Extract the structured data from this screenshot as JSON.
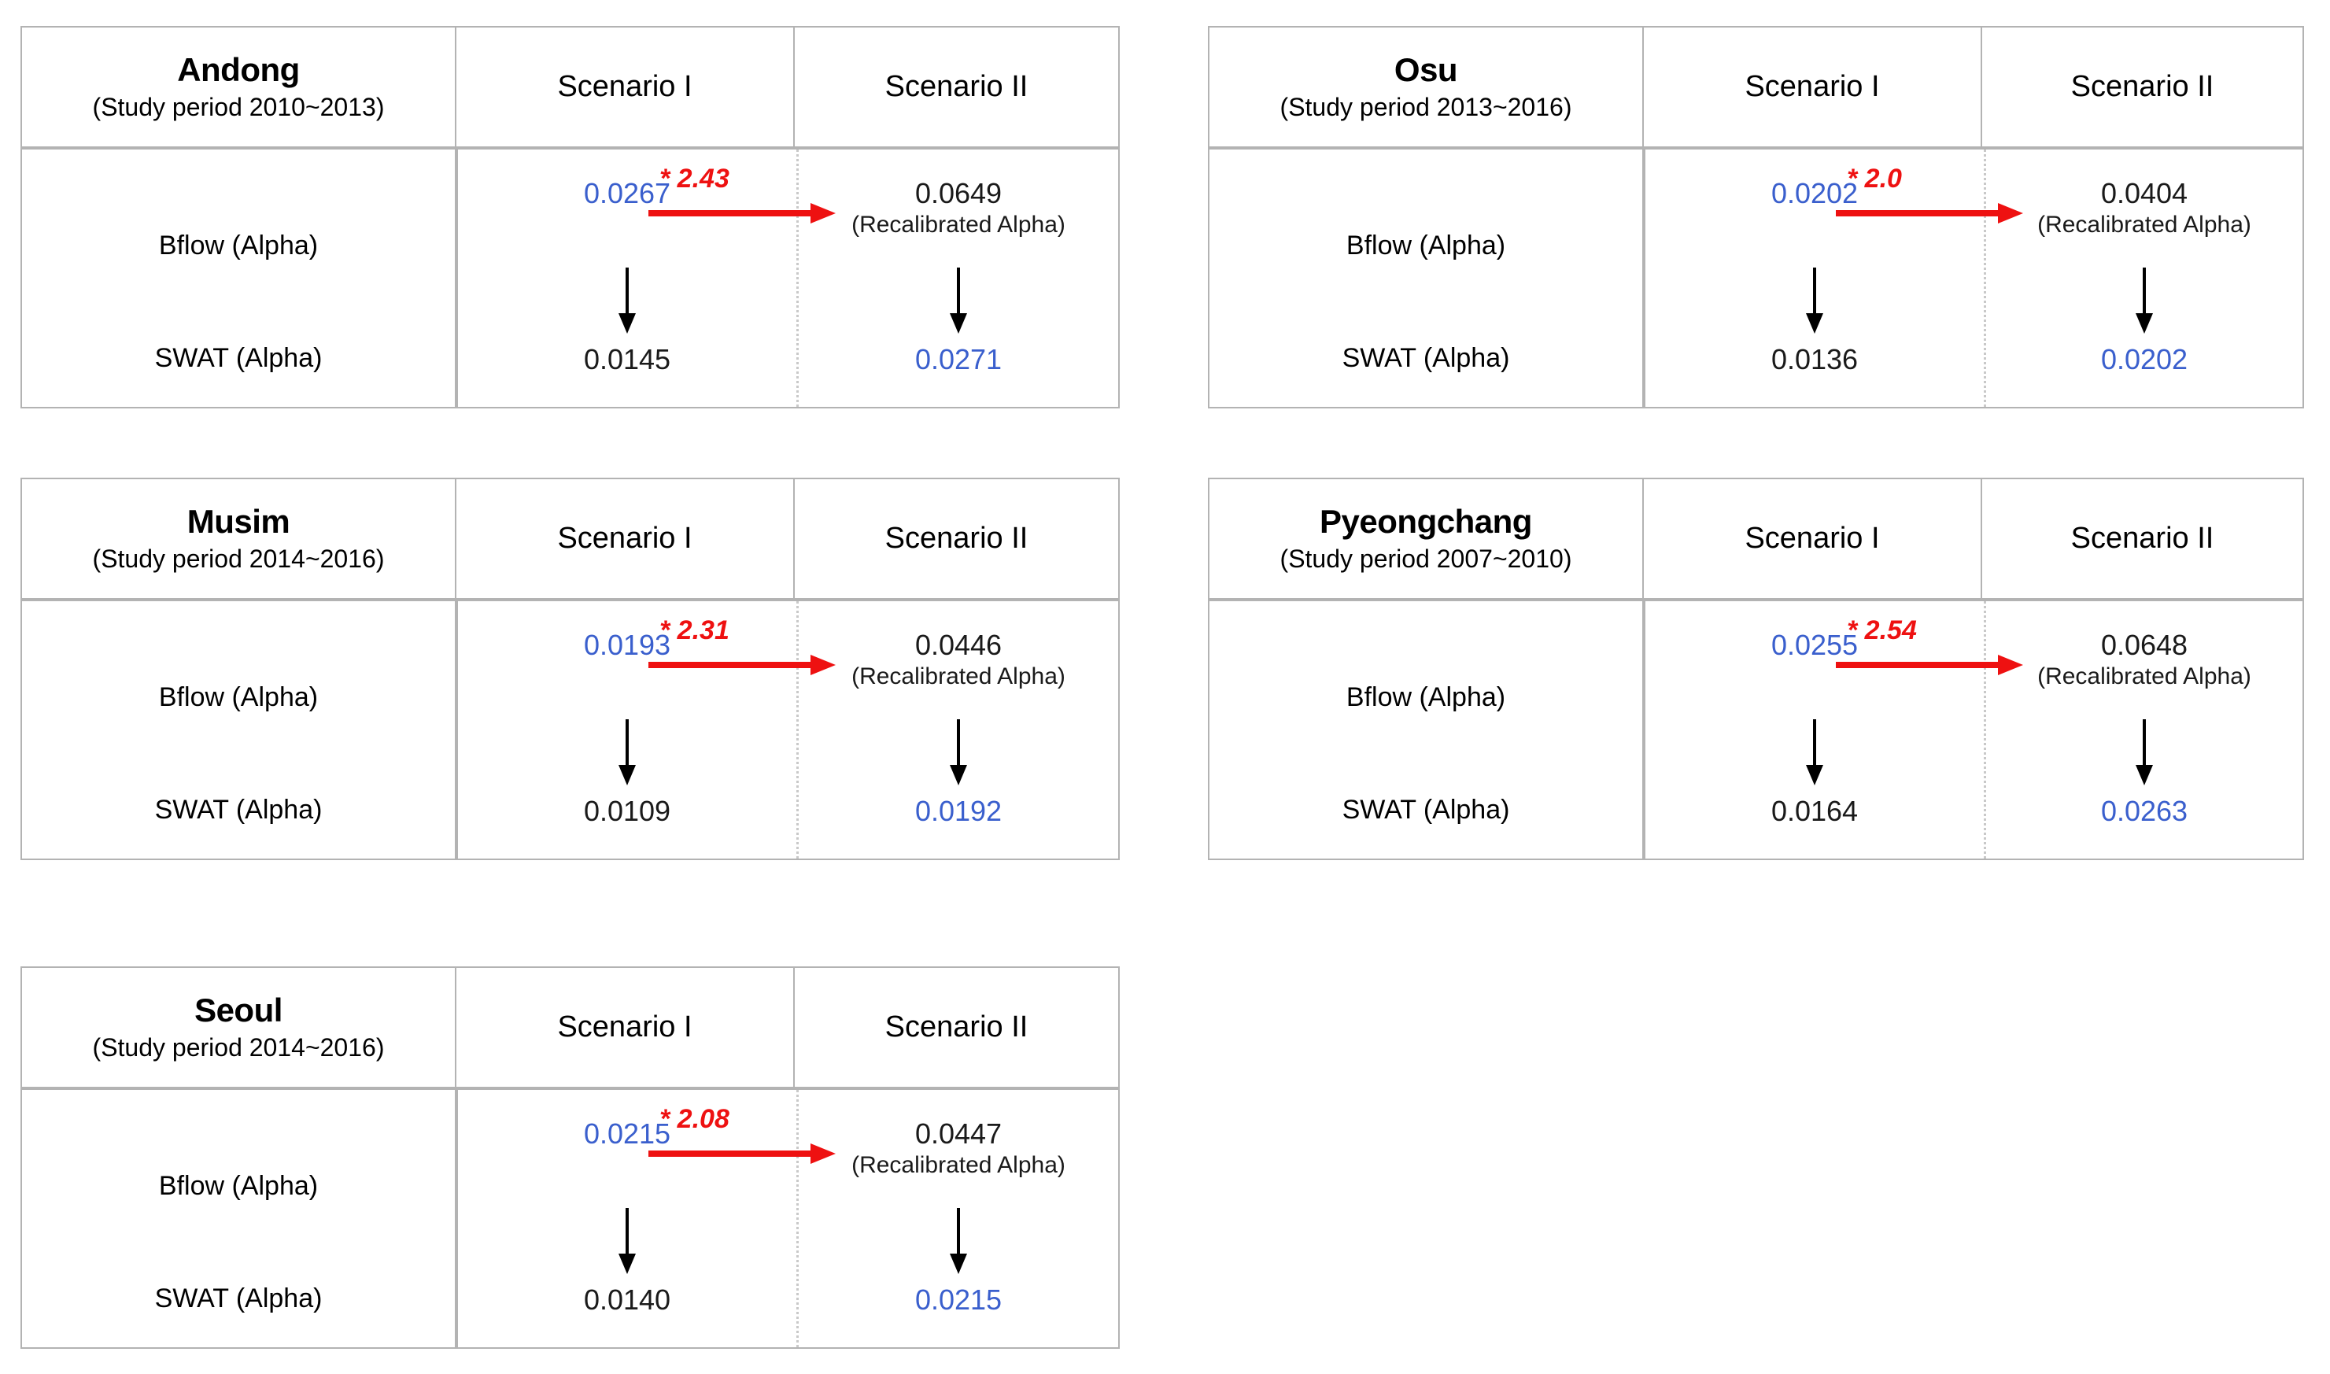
{
  "figure": {
    "kind": "alpha-recalibration-comparison-tables",
    "column_headers": [
      "Scenario I",
      "Scenario II"
    ],
    "row_labels": [
      "Bflow (Alpha)",
      "SWAT (Alpha)"
    ],
    "recalibrated_note": "(Recalibrated Alpha)",
    "colors": {
      "highlight_blue": "#3a5fcd",
      "annotation_red": "#ee1111",
      "border_gray": "#b3b3b3",
      "text_black": "#1a1a1a"
    },
    "icons": {
      "down_arrow": "down-arrow-icon",
      "right_arrow": "right-arrow-icon"
    }
  },
  "panels": [
    {
      "id": "andong",
      "site": "Andong",
      "period": "(Study period 2010~2013)",
      "scenario1": {
        "bflow": "0.0267",
        "swat": "0.0145"
      },
      "scenario2": {
        "bflow": "0.0649",
        "bflow_note": "(Recalibrated Alpha)",
        "swat": "0.0271"
      },
      "multiplier": "* 2.43"
    },
    {
      "id": "osu",
      "site": "Osu",
      "period": "(Study period 2013~2016)",
      "scenario1": {
        "bflow": "0.0202",
        "swat": "0.0136"
      },
      "scenario2": {
        "bflow": "0.0404",
        "bflow_note": "(Recalibrated Alpha)",
        "swat": "0.0202"
      },
      "multiplier": "* 2.0"
    },
    {
      "id": "musim",
      "site": "Musim",
      "period": "(Study period 2014~2016)",
      "scenario1": {
        "bflow": "0.0193",
        "swat": "0.0109"
      },
      "scenario2": {
        "bflow": "0.0446",
        "bflow_note": "(Recalibrated Alpha)",
        "swat": "0.0192"
      },
      "multiplier": "* 2.31"
    },
    {
      "id": "pyeongchang",
      "site": "Pyeongchang",
      "period": "(Study period 2007~2010)",
      "scenario1": {
        "bflow": "0.0255",
        "swat": "0.0164"
      },
      "scenario2": {
        "bflow": "0.0648",
        "bflow_note": "(Recalibrated Alpha)",
        "swat": "0.0263"
      },
      "multiplier": "* 2.54"
    },
    {
      "id": "seoul",
      "site": "Seoul",
      "period": "(Study period 2014~2016)",
      "scenario1": {
        "bflow": "0.0215",
        "swat": "0.0140"
      },
      "scenario2": {
        "bflow": "0.0447",
        "bflow_note": "(Recalibrated Alpha)",
        "swat": "0.0215"
      },
      "multiplier": "* 2.08"
    }
  ]
}
